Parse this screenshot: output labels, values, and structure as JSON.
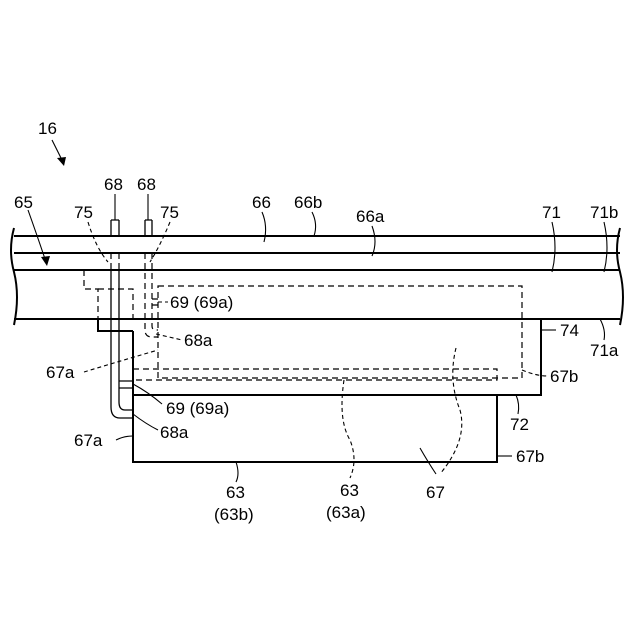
{
  "labels": {
    "assembly": "16",
    "terminal_left": "68",
    "terminal_right": "68",
    "seal_left": "75",
    "seal_right": "75",
    "film": "65",
    "layer_66": "66",
    "layer_66b": "66b",
    "layer_66a": "66a",
    "plate_71": "71",
    "plate_71b": "71b",
    "plate_71a": "71a",
    "lead_69_top": "69 (69a)",
    "lead_68a_top": "68a",
    "part_74": "74",
    "part_67a_top": "67a",
    "part_67b_top": "67b",
    "lead_69_bottom": "69 (69a)",
    "part_72": "72",
    "part_67a_bottom": "67a",
    "lead_68a_bottom": "68a",
    "part_67b_bottom": "67b",
    "cell_63_num": "63",
    "cell_63_sub": "(63b)",
    "cell_63a_num": "63",
    "cell_63a_sub": "(63a)",
    "part_67": "67"
  }
}
